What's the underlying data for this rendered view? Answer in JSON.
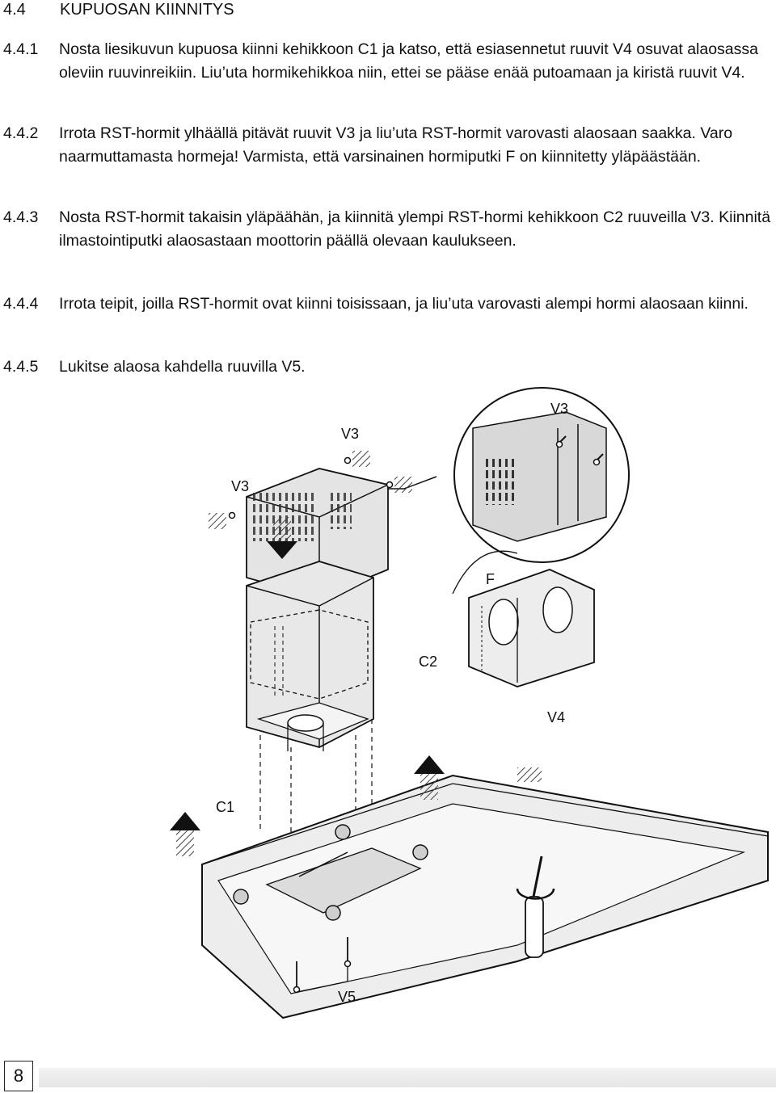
{
  "section": {
    "number": "4.4",
    "title": "KUPUOSAN KIINNITYS"
  },
  "steps": [
    {
      "number": "4.4.1",
      "text": "Nosta liesikuvun kupuosa kiinni kehikkoon C1 ja katso, että esiasennetut ruuvit V4 osuvat alaosassa oleviin ruuvinreikiin. Liu’uta hormikehikkoa niin, ettei se pääse enää putoamaan ja kiristä ruuvit V4."
    },
    {
      "number": "4.4.2",
      "text": "Irrota RST-hormit ylhäällä pitävät ruuvit V3 ja liu’uta RST-hormit varovasti alaosaan saakka. Varo naarmuttamasta hormeja! Varmista, että varsinainen hormiputki F on kiinnitetty yläpäästään."
    },
    {
      "number": "4.4.3",
      "text": "Nosta RST-hormit takaisin yläpäähän, ja kiinnitä ylempi RST-hormi kehikkoon C2 ruuveilla V3. Kiinnitä ilmastointiputki alaosastaan moottorin päällä olevaan kaulukseen."
    },
    {
      "number": "4.4.4",
      "text": "Irrota teipit, joilla RST-hormit ovat kiinni toisissaan, ja liu’uta varovasti alempi hormi alaosaan kiinni."
    },
    {
      "number": "4.4.5",
      "text": "Lukitse alaosa kahdella ruuvilla V5."
    }
  ],
  "figure": {
    "labels": {
      "v3_top_right": "V3",
      "v3_top_mid": "V3",
      "v3_left": "V3",
      "f": "F",
      "c2": "C2",
      "v4": "V4",
      "c1": "C1",
      "v5": "V5"
    }
  },
  "footer": {
    "page_number": "8"
  }
}
